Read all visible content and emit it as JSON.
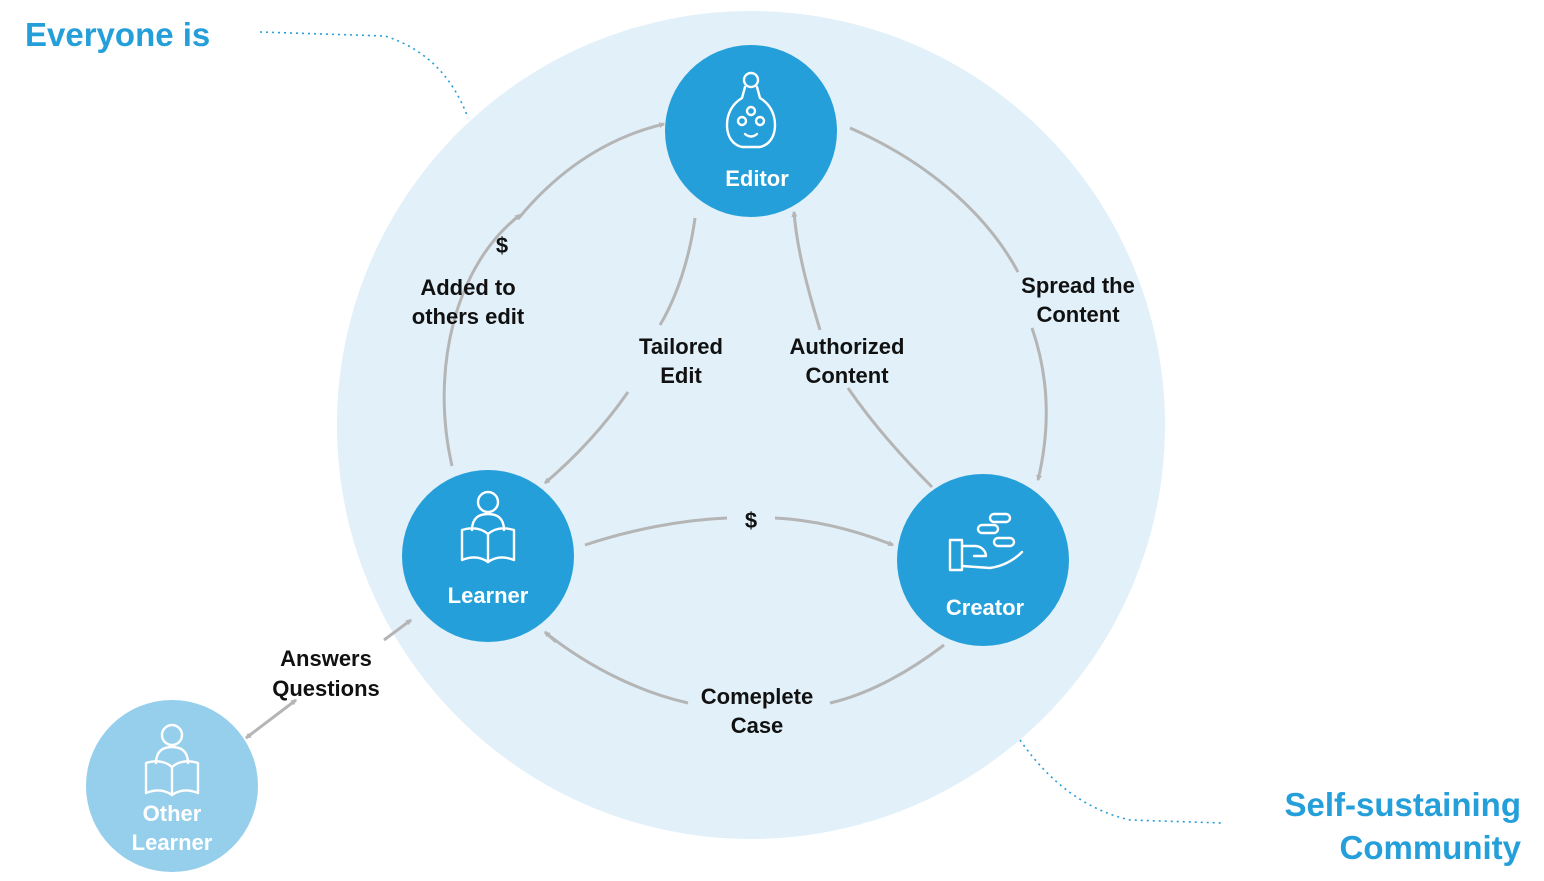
{
  "colors": {
    "community_circle": "#e1f0f9",
    "node_fill": "#259fd9",
    "outer_node_fill": "#96cfec",
    "accent_text": "#259fd9",
    "arrow": "#b5b5b5",
    "label_text": "#111111"
  },
  "headings": {
    "top_left": "Everyone is",
    "bottom_right_line1": "Self-sustaining",
    "bottom_right_line2": "Community"
  },
  "nodes": {
    "editor": {
      "label": "Editor",
      "icon": "podium-icon"
    },
    "learner": {
      "label": "Learner",
      "icon": "reader-icon"
    },
    "creator": {
      "label": "Creator",
      "icon": "hand-coins-icon"
    },
    "other_learner": {
      "label_line1": "Other",
      "label_line2": "Learner",
      "icon": "reader-icon"
    }
  },
  "edges": {
    "added_to_edit": {
      "money": "$",
      "line1": "Added to",
      "line2": "others edit"
    },
    "tailored_edit": {
      "line1": "Tailored",
      "line2": "Edit"
    },
    "authorized_content": {
      "line1": "Authorized",
      "line2": "Content"
    },
    "spread_content": {
      "line1": "Spread the",
      "line2": "Content"
    },
    "learner_to_creator": {
      "money": "$"
    },
    "complete_case": {
      "line1": "Comeplete",
      "line2": "Case"
    },
    "answers_questions": {
      "line1": "Answers",
      "line2": "Questions"
    }
  }
}
